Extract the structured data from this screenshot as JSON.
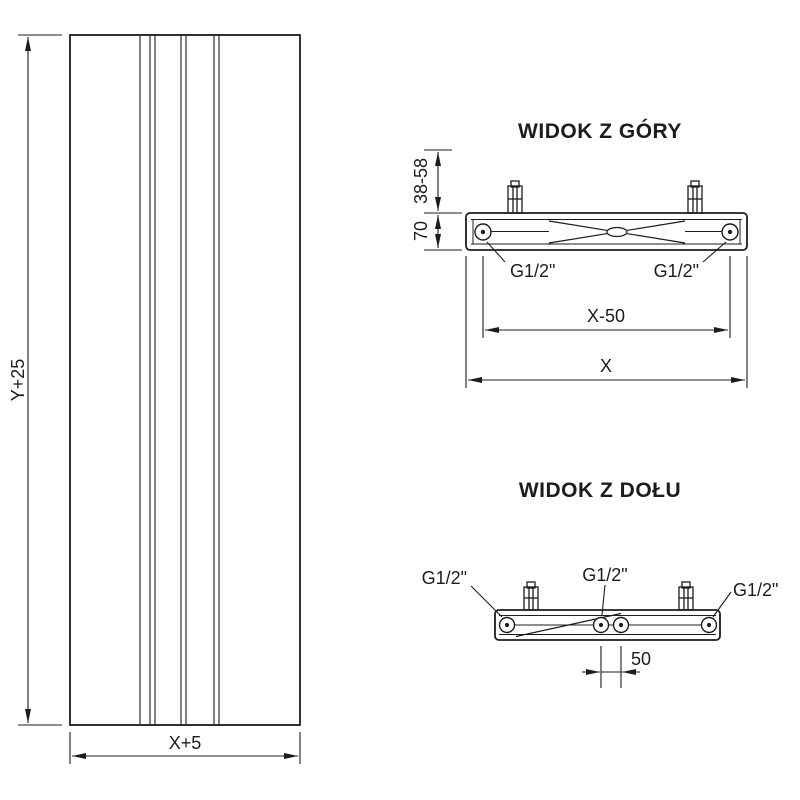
{
  "front_view": {
    "dim_height": "Y+25",
    "dim_width": "X+5"
  },
  "top_view": {
    "title": "WIDOK Z GÓRY",
    "dim_wall_distance": "38-58",
    "dim_depth": "70",
    "conn_left": "G1/2\"",
    "conn_right": "G1/2\"",
    "dim_conn_spacing": "X-50",
    "dim_total_width": "X"
  },
  "bottom_view": {
    "title": "WIDOK Z DOŁU",
    "conn_left": "G1/2\"",
    "conn_center": "G1/2\"",
    "conn_right": "G1/2\"",
    "dim_center_spacing": "50"
  },
  "colors": {
    "line": "#1c1c1c",
    "background": "#ffffff"
  }
}
